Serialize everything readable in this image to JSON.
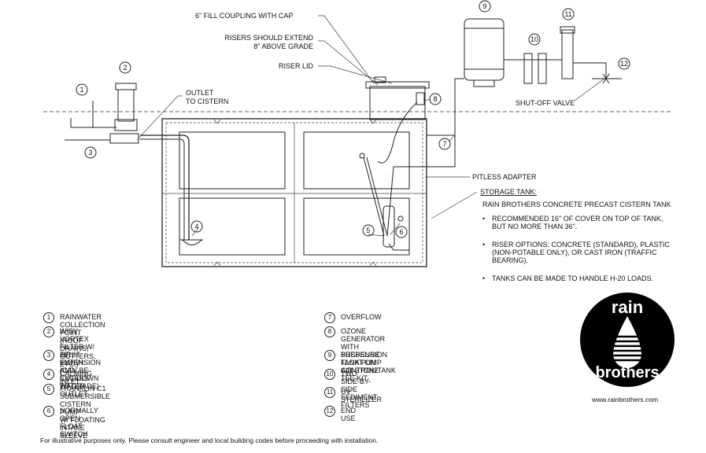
{
  "labels": {
    "fill_coupling": "6\" FILL COUPLING WITH CAP",
    "risers_extend": "RISERS SHOULD EXTEND\n8\" ABOVE GRADE",
    "riser_lid": "RISER LID",
    "outlet": "OUTLET\nTO CISTERN",
    "shutoff": "SHUT-OFF VALVE",
    "pitless": "PITLESS ADAPTER",
    "storage_tank": "STORAGE TANK:"
  },
  "tank_description": "RAIN BROTHERS CONCRETE PRECAST CISTERN TANK",
  "tank_bullets": [
    "RECOMMENDED 16\" OF COVER ON TOP OF TANK,\nBUT NO MORE THAN 36\".",
    "RISER OPTIONS: CONCRETE (STANDARD), PLASTIC\n(NON-POTABLE ONLY), OR CAST IRON (TRAFFIC\nBEARING).",
    "TANKS CAN BE MADE TO HANDLE H-20 LOADS."
  ],
  "callout_numbers": [
    "1",
    "2",
    "3",
    "4",
    "5",
    "6",
    "7",
    "8",
    "9",
    "10",
    "11",
    "12"
  ],
  "legend": [
    {
      "num": "1",
      "text": "RAINWATER COLLECTION POINT (ROOF DRAINS, GUTTERS, ETC.)"
    },
    {
      "num": "2",
      "text": "WISY VORTEX FILTER W/ 20\" EXTENSION\n(CAN BE CUT DOWN TO GRADE)"
    },
    {
      "num": "3",
      "text": "FIRST FLUSH AND EXCESS WATER OUTLET"
    },
    {
      "num": "4",
      "text": "CALMING INLET"
    },
    {
      "num": "5",
      "text": "FRANKLIN C1 SUBMERSIBLE CISTERN PUMP\nW/ FLOATING INTAKE SLEEVE"
    },
    {
      "num": "6",
      "text": "NORMALLY OPEN FLOAT SWITCH"
    },
    {
      "num": "7",
      "text": "OVERFLOW"
    },
    {
      "num": "8",
      "text": "OZONE GENERATOR WITH SUSPENSION\nFLOAT ON AIR STONE"
    },
    {
      "num": "9",
      "text": "PRESSURE TANK PUMP CONTROL/TANK TEE KIT"
    },
    {
      "num": "10",
      "text": "TWO SIDE-BY-SIDE SEDIMENT FILTERS"
    },
    {
      "num": "11",
      "text": "UV STERILIZER"
    },
    {
      "num": "12",
      "text": "END USE"
    }
  ],
  "logo": {
    "top": "rain",
    "bottom": "brothers"
  },
  "website": "www.rainbrothers.com",
  "footer": "For illustrative purposes only. Please consult engineer and local building codes before proceeding with installation."
}
